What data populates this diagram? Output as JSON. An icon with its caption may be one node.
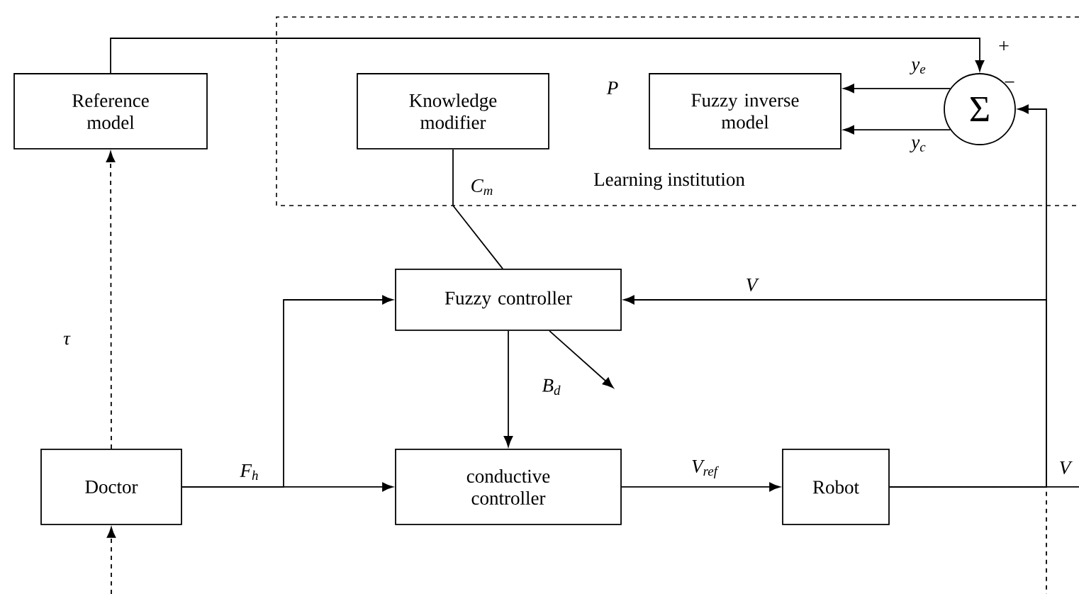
{
  "diagram": {
    "nodes": [
      {
        "text": [
          "Learning institution"
        ]
      },
      {
        "text": [
          "Reference model"
        ]
      },
      {
        "text": [
          "Knowledge modifier"
        ],
        "in": 0
      },
      {
        "text": [
          "Fuzzy inverse model"
        ],
        "in": 0
      },
      {
        "text": [
          "Σ"
        ],
        "in": 0
      },
      {
        "text": [
          "Fuzzy controller"
        ]
      },
      {
        "text": [
          "Doctor"
        ]
      },
      {
        "text": [
          "conductive controller"
        ]
      },
      {
        "text": [
          "Robot"
        ]
      }
    ],
    "edges": [
      {
        "from": 1,
        "to": 4,
        "arrow": "to"
      },
      {
        "from": 4,
        "to": 3,
        "arrow": "to",
        "label": "y$_{e}$"
      },
      {
        "from": 4,
        "to": 3,
        "arrow": "to",
        "label": "y$_{c}$"
      },
      {
        "from": 2,
        "to": 5,
        "arrow": "none",
        "label": "C$_{m}$"
      },
      {
        "from": 5,
        "to": null,
        "arrow": "to"
      },
      {
        "from": 5,
        "to": 7,
        "arrow": "to",
        "label": "B$_{d}$"
      },
      {
        "from": 6,
        "to": 7,
        "arrow": "to",
        "label": "F$_{h}$"
      },
      {
        "from": 6,
        "to": 5,
        "arrow": "to"
      },
      {
        "from": 7,
        "to": 8,
        "arrow": "to",
        "label": "V$_{ref}$"
      },
      {
        "from": 8,
        "to": 5,
        "arrow": "to",
        "label": "V"
      },
      {
        "from": 8,
        "to": 4,
        "arrow": "to"
      },
      {
        "from": 8,
        "to": null,
        "arrow": "none",
        "label": "V"
      },
      {
        "from": 8,
        "to": null,
        "arrow": "none",
        "style": "dashed"
      },
      {
        "from": null,
        "to": 6,
        "arrow": "to",
        "style": "dashed"
      },
      {
        "from": 6,
        "to": 1,
        "arrow": "to",
        "style": "dashed",
        "label": "τ"
      }
    ],
    "labels": [
      "P",
      "+",
      "−"
    ]
  }
}
